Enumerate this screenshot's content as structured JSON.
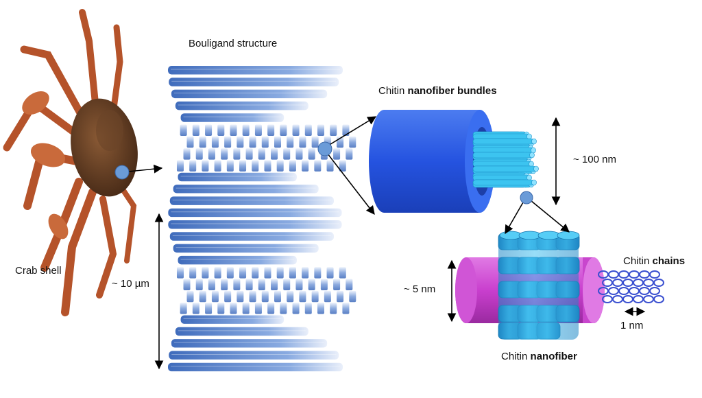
{
  "labels": {
    "crab_shell": "Crab shell",
    "bouligand": "Bouligand structure",
    "scale_10um": "~ 10 µm",
    "bundles_prefix": "Chitin ",
    "bundles_bold": "nanofiber bundles",
    "scale_100nm": "~ 100 nm",
    "scale_5nm": "~ 5 nm",
    "chains_prefix": "Chitin ",
    "chains_bold": "chains",
    "scale_1nm": "1 nm",
    "nanofiber_prefix": "Chitin ",
    "nanofiber_bold": "nanofiber"
  },
  "colors": {
    "dot": "#6a9bd8",
    "bundle_outer": "#2d5ee0",
    "fibril": "#3cc4f0",
    "nanofiber_cyl": "#2fa8dc",
    "magenta_cyl": "#d24ad6",
    "chain_ring": "#3a4fd0",
    "bouligand_layer": "#3f6fbf"
  }
}
